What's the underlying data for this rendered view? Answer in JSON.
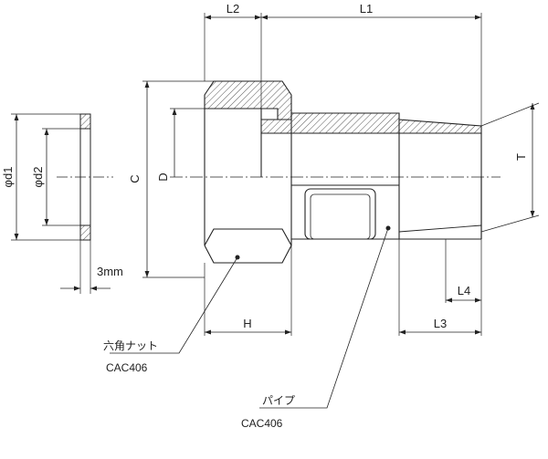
{
  "dimensions": {
    "L1": "L1",
    "L2": "L2",
    "L3": "L3",
    "L4": "L4",
    "C": "C",
    "D": "D",
    "T": "T",
    "H": "H",
    "phi_d1": "φd1",
    "phi_d2": "φd2",
    "thickness": "3mm"
  },
  "callouts": {
    "nut": {
      "name": "六角ナット",
      "material": "CAC406"
    },
    "pipe": {
      "name": "パイプ",
      "material": "CAC406"
    }
  },
  "colors": {
    "line": "#222222",
    "hatch": "#555555",
    "background": "#ffffff"
  }
}
